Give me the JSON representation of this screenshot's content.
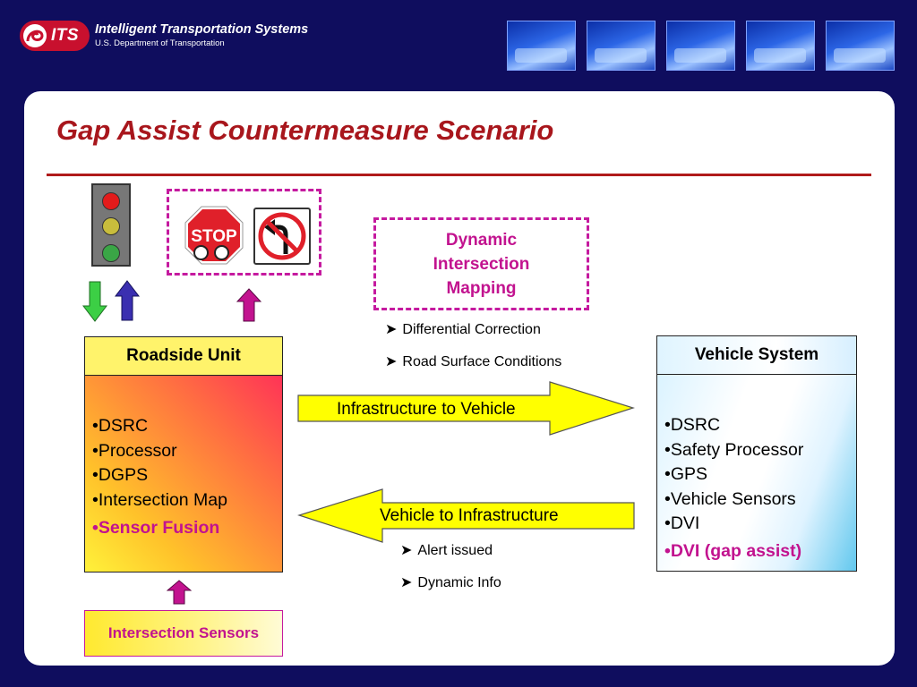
{
  "header": {
    "logo_text": "ITS",
    "brand_name": "Intelligent Transportation Systems",
    "brand_sub": "U.S. Department of Transportation",
    "photos": [
      "road-at-night-photo",
      "ambulance-photo",
      "traffic-photo",
      "highway-photo",
      "truck-photo"
    ]
  },
  "slide": {
    "title": "Gap Assist Countermeasure Scenario"
  },
  "signs": {
    "stop_text": "STOP"
  },
  "mapping": {
    "label": "Dynamic Intersection Mapping",
    "bullets": [
      "Differential Correction",
      "Road Surface Conditions"
    ]
  },
  "roadside_unit": {
    "title": "Roadside Unit",
    "items": [
      "DSRC",
      "Processor",
      "DGPS",
      "Intersection Map"
    ],
    "highlight": "Sensor Fusion"
  },
  "vehicle_system": {
    "title": "Vehicle System",
    "items": [
      "DSRC",
      "Safety Processor",
      "GPS",
      "Vehicle Sensors",
      "DVI"
    ],
    "highlight": "DVI (gap assist)"
  },
  "arrows": {
    "i2v_label": "Infrastructure to Vehicle",
    "v2i_label": "Vehicle to Infrastructure",
    "v2i_bullets": [
      "Alert issued",
      "Dynamic Info"
    ]
  },
  "sensors": {
    "label": "Intersection Sensors"
  },
  "colors": {
    "background": "#0f0d5e",
    "title_red": "#a8161c",
    "magenta": "#c2138f",
    "arrow_yellow": "#ffff00"
  }
}
